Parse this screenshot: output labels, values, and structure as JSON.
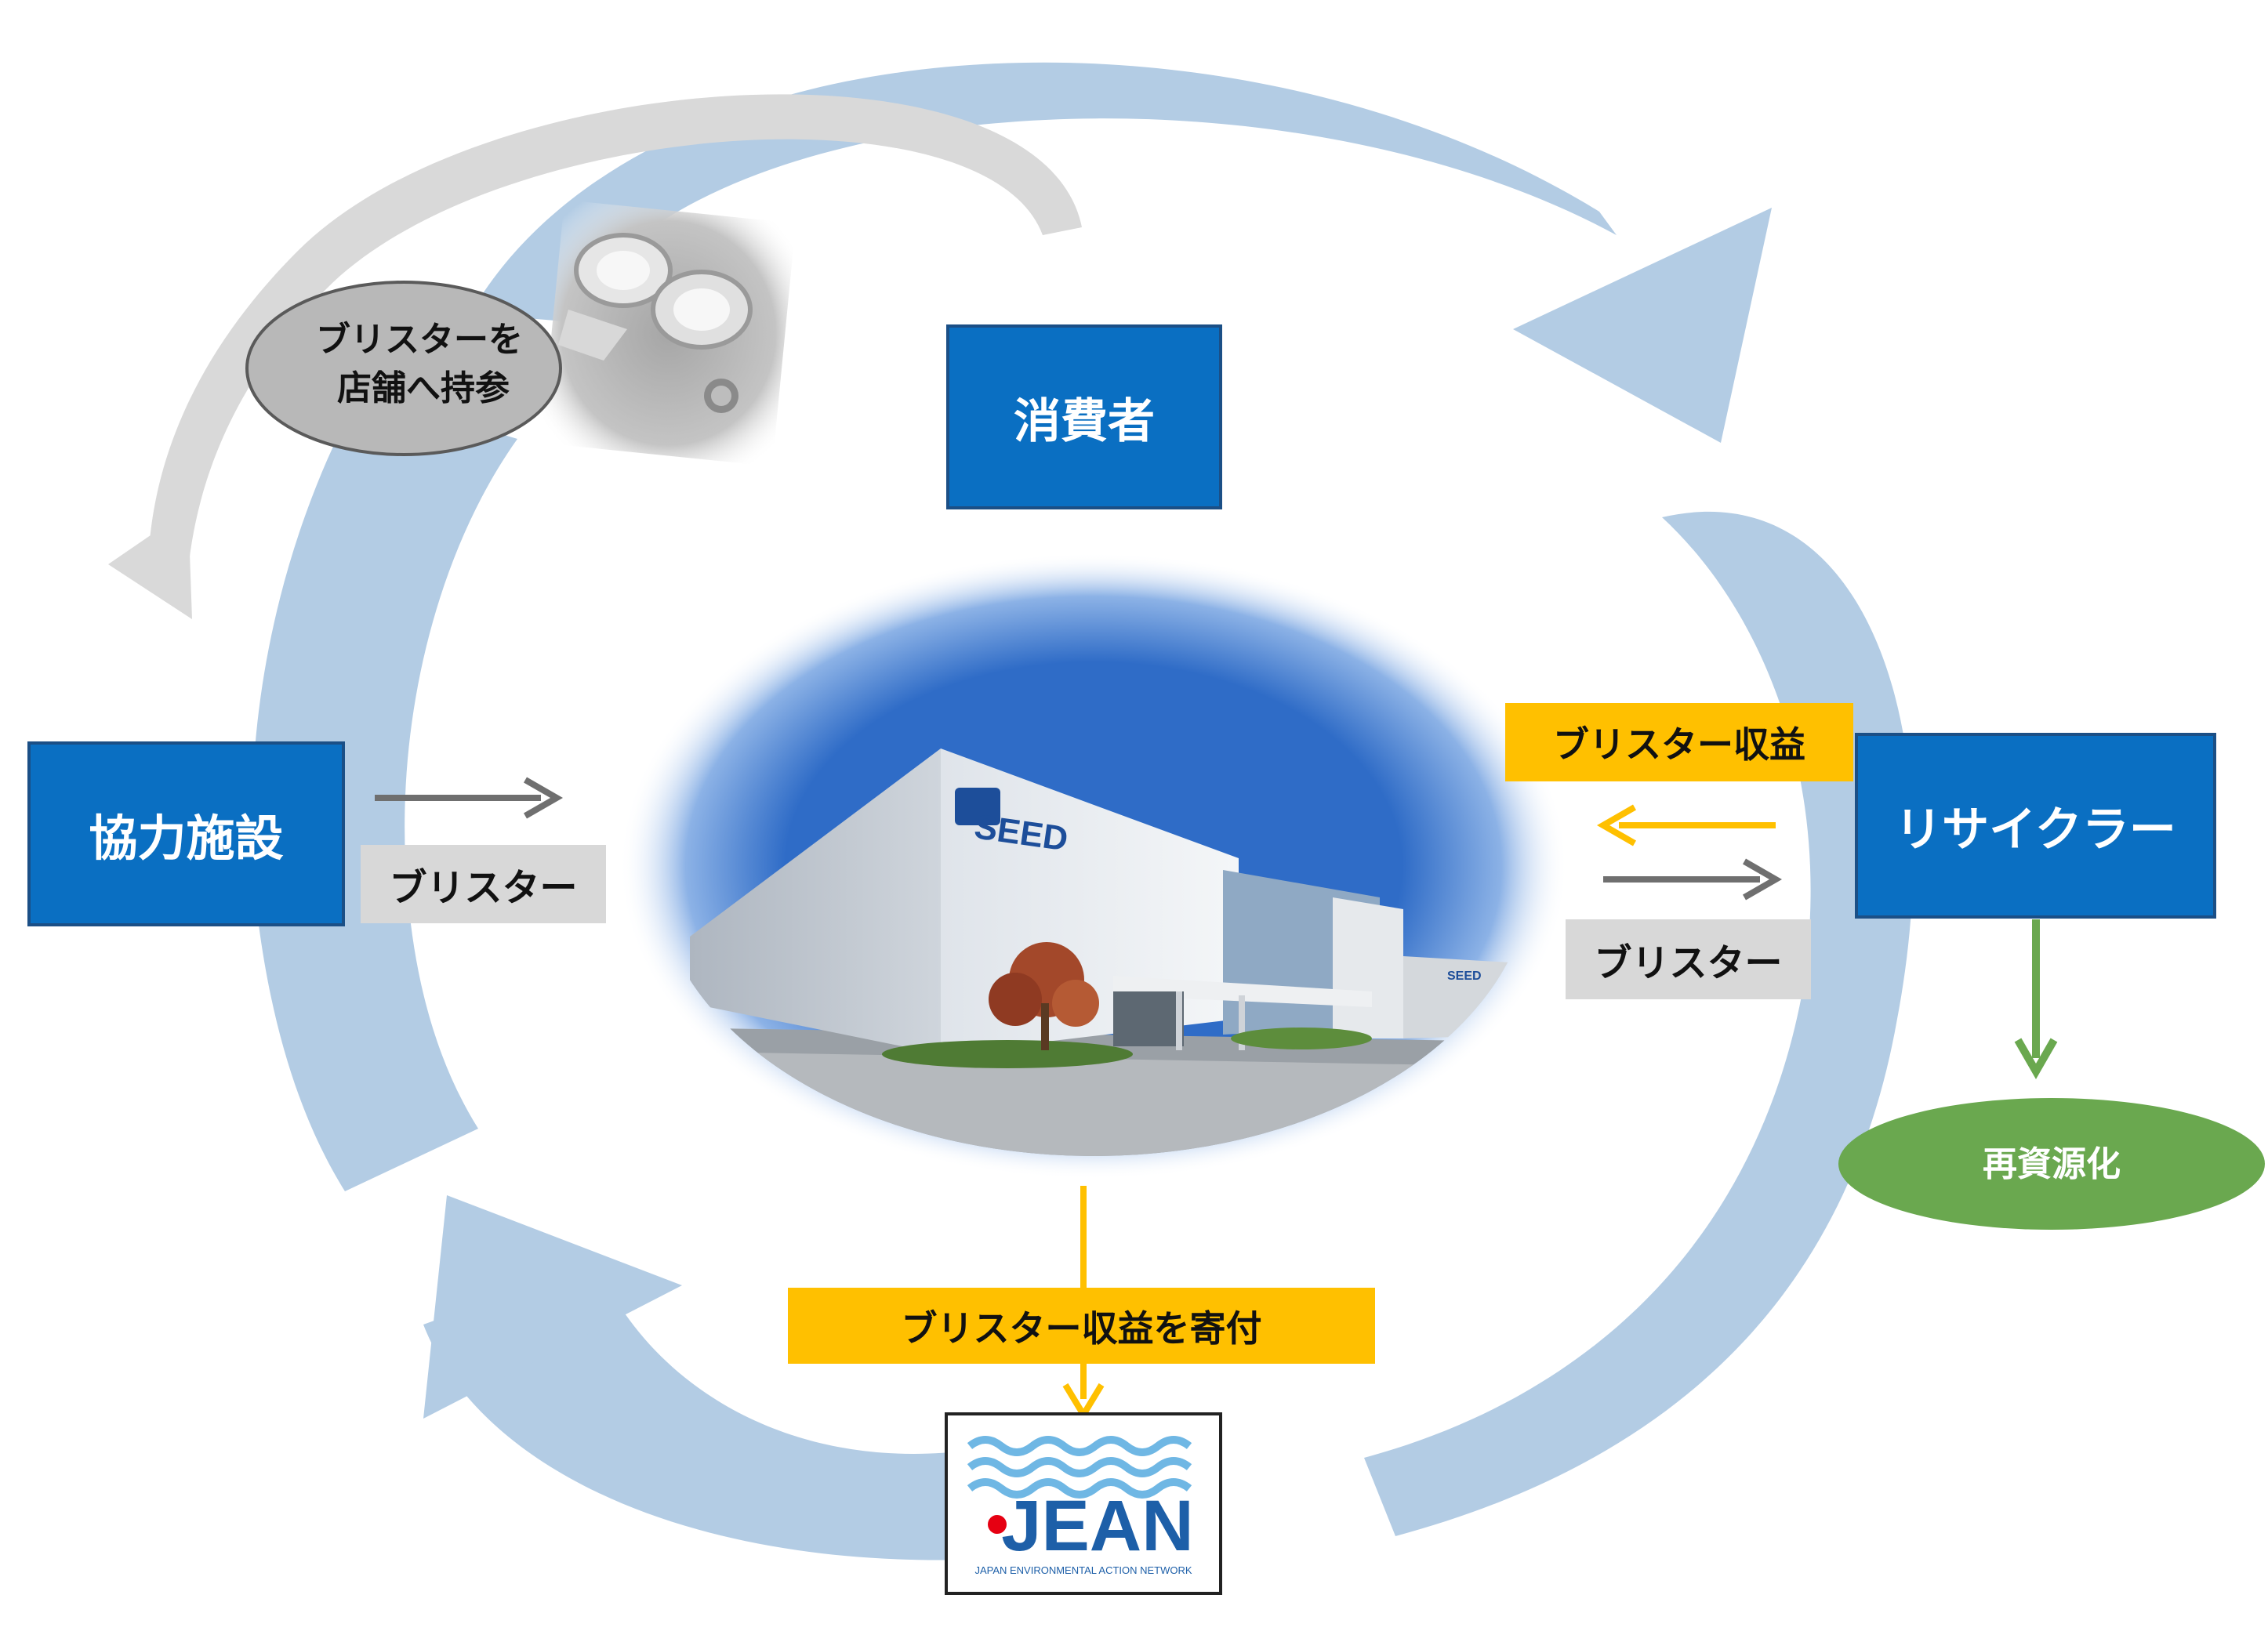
{
  "nodes": {
    "consumer": "消費者",
    "partner": "協力施設",
    "recycler": "リサイクラー",
    "reuse": "再資源化",
    "bring_to_store": [
      "ブリスターを",
      "店舗へ持参"
    ]
  },
  "labels": {
    "blister_left": "ブリスター",
    "blister_right": "ブリスター",
    "revenue": "ブリスター収益",
    "donation": "ブリスター収益を寄付"
  },
  "factory": {
    "sign": "SEED",
    "small_sign": "SEED"
  },
  "jean": {
    "logo": "JEAN",
    "tagline": "JAPAN ENVIRONMENTAL ACTION NETWORK"
  },
  "colors": {
    "blue_box": "#0a6fc2",
    "cycle_arrow": "#b3cce4",
    "gray_arrow": "#d9d9d9",
    "label_gray": "#d8d8d8",
    "revenue_yellow": "#ffc000",
    "reuse_green": "#6aa84f"
  }
}
